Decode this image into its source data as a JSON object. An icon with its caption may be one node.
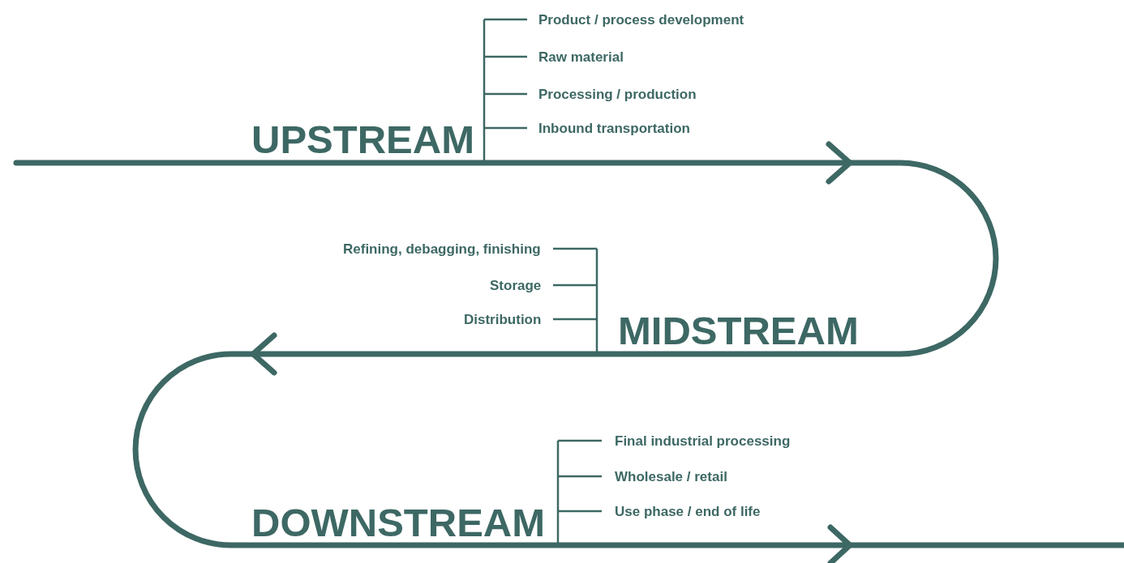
{
  "diagram": {
    "labels": [
      "Product / process development",
      "Raw material",
      "Processing / production",
      "Inbound transportation",
      "UPSTREAM",
      "Refining, debagging, finishing",
      "Storage",
      "Distribution",
      "MIDSTREAM",
      "Final industrial processing",
      "Wholesale / retail",
      "Use phase / end of life",
      "DOWNSTREAM"
    ]
  }
}
